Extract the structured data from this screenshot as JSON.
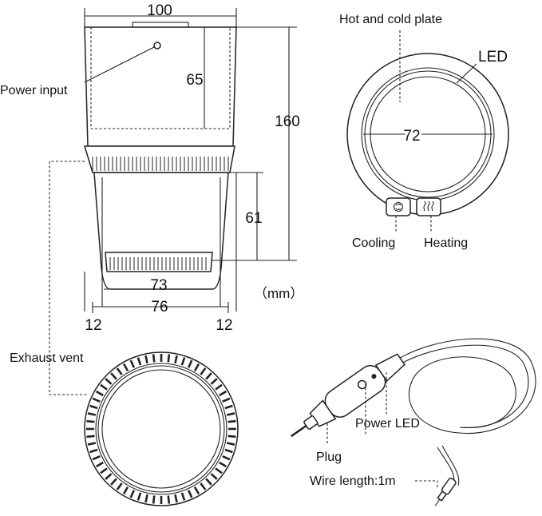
{
  "labels": {
    "power_input": "Power input",
    "hot_cold_plate": "Hot and cold plate",
    "led": "LED",
    "cooling": "Cooling",
    "heating": "Heating",
    "exhaust_vent": "Exhaust vent",
    "power_led": "Power LED",
    "plug": "Plug",
    "wire_length": "Wire length:1m",
    "unit": "（mm）"
  },
  "dimensions": {
    "top_width": "100",
    "upper_height": "65",
    "total_height": "160",
    "lower_height": "61",
    "plate_diameter": "72",
    "inner_width": "73",
    "base_width": "76",
    "left_offset": "12",
    "right_offset": "12"
  },
  "icons": {
    "cooling_button": "snowflake-icon",
    "heating_button": "heat-waves-icon"
  }
}
